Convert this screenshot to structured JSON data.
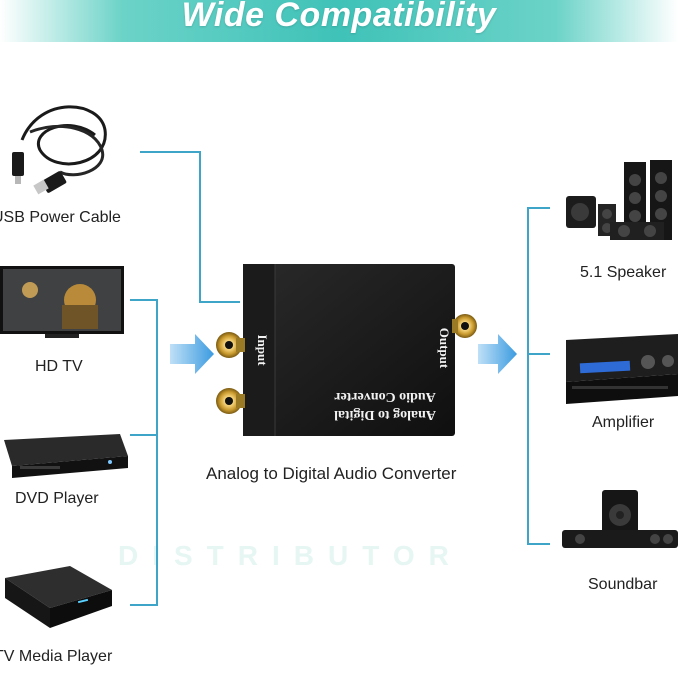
{
  "banner": {
    "title": "Wide Compatibility",
    "color": "#3fc2b8"
  },
  "inputs": [
    {
      "label": "USB Power Cable",
      "icon": "usb-cable-icon"
    },
    {
      "label": "HD TV",
      "icon": "tv-icon"
    },
    {
      "label": "DVD Player",
      "icon": "dvd-player-icon"
    },
    {
      "label": "TV Media Player",
      "icon": "media-player-icon"
    }
  ],
  "outputs": [
    {
      "label": "5.1 Speaker",
      "icon": "speaker-set-icon"
    },
    {
      "label": "Amplifier",
      "icon": "amplifier-icon"
    },
    {
      "label": "Soundbar",
      "icon": "soundbar-icon"
    }
  ],
  "converter": {
    "caption": "Analog to Digital Audio Converter",
    "input_label": "Input",
    "output_label": "Output",
    "body_text_line1": "Analog to Digital",
    "body_text_line2": "Audio Converter",
    "icon": "converter-box-icon"
  },
  "watermark": "DISTRIBUTOR",
  "colors": {
    "line": "#3fa5c8",
    "arrow": "#3b9be0"
  }
}
